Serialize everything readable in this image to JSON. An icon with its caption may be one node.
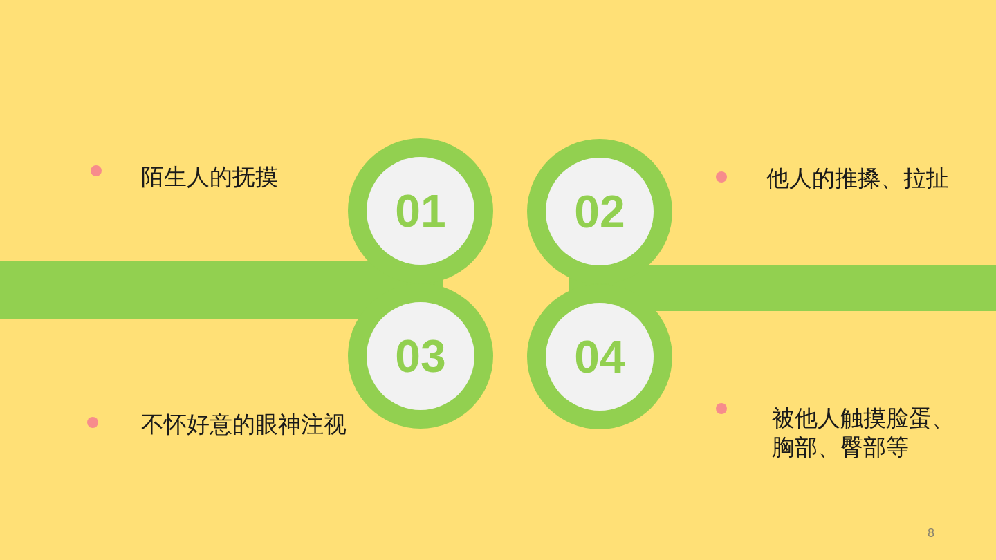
{
  "diagram": {
    "nodes": [
      {
        "text": [
          "01"
        ]
      },
      {
        "text": [
          "02"
        ]
      },
      {
        "text": [],
        "shape": "bar"
      },
      {
        "text": [],
        "shape": "bar"
      },
      {
        "text": [
          "03"
        ]
      },
      {
        "text": [
          "04"
        ]
      }
    ],
    "labels": [
      "陌生人的抚摸",
      "他人的推搡、拉扯",
      "不怀好意的眼神注视",
      "被他人触摸脸蛋、胸部、臀部等",
      "8"
    ]
  }
}
